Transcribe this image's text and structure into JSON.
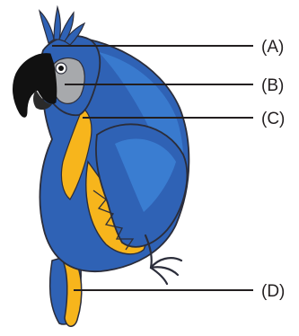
{
  "labels": {
    "a": "(A)",
    "b": "(B)",
    "c": "(C)",
    "d": "(D)"
  },
  "colors": {
    "blue": "#2f62b5",
    "blue_light": "#3d84d8",
    "blue_dark": "#1f3f86",
    "yellow": "#f7b51c",
    "grey": "#a7a9ac",
    "black": "#111111",
    "outline": "#2b2d3a",
    "leader_line": "#231f20"
  }
}
